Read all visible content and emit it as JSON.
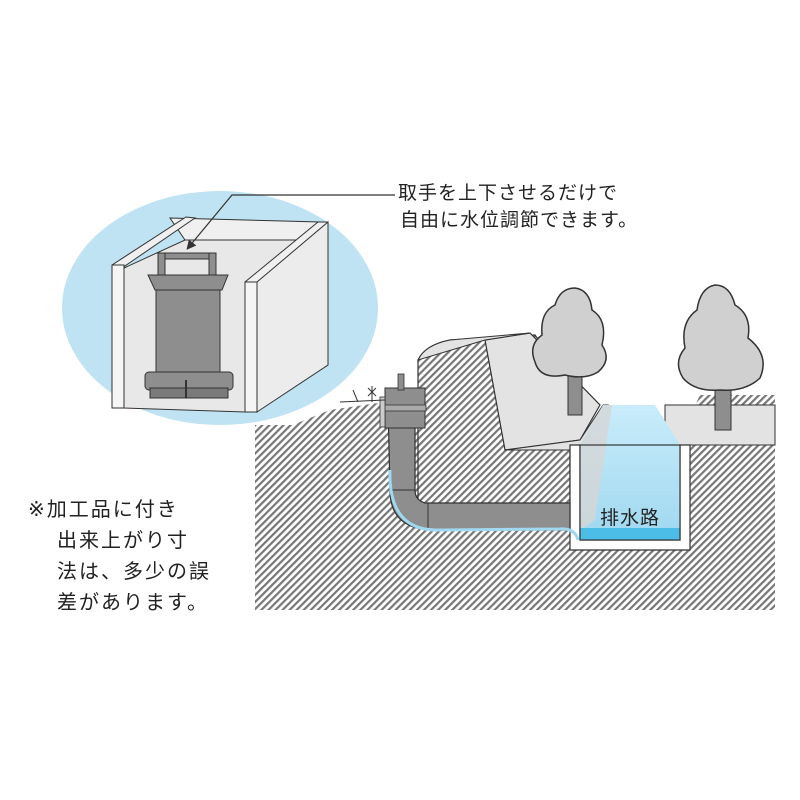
{
  "callout": {
    "line1": "取手を上下させるだけで",
    "line2": "自由に水位調節できます。"
  },
  "note": {
    "line1": "※加工品に付き",
    "line2": "出来上がり寸",
    "line3": "法は、多少の誤",
    "line4": "差があります。"
  },
  "channel": {
    "label": "排水路"
  },
  "colors": {
    "bubble": "#bfe3f2",
    "water": "#9fd8f0",
    "water_deep": "#4bbde6",
    "pipe": "#8e8e8e",
    "concrete": "#e6e6e6",
    "tree": "#d0d0d0",
    "hatch": "#777777"
  }
}
